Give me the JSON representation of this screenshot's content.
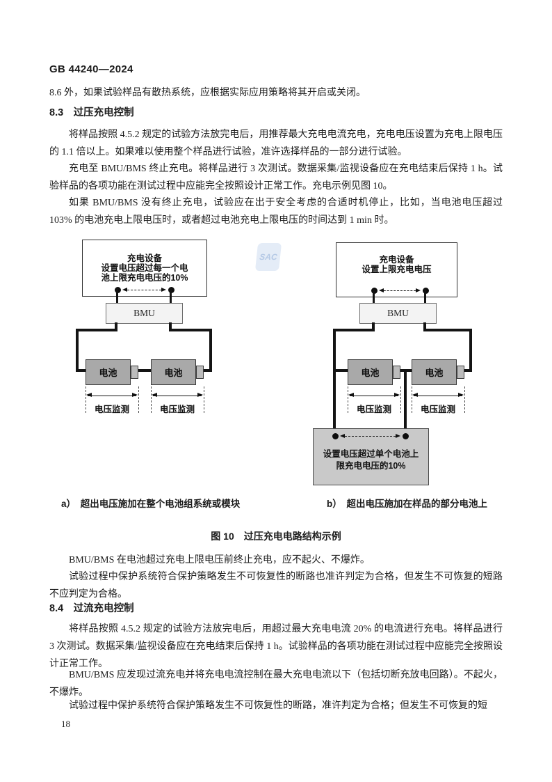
{
  "page": {
    "header": "GB 44240—2024",
    "page_number": "18",
    "watermark": "SAC"
  },
  "intro_line": "8.6 外，如果试验样品有散热系统，应根据实际应用策略将其开启或关闭。",
  "section_8_3": {
    "heading": "8.3　过压充电控制",
    "p1": "将样品按照 4.5.2 规定的试验方法放完电后，用推荐最大充电电流充电，充电电压设置为充电上限电压的 1.1 倍以上。如果难以使用整个样品进行试验，准许选择样品的一部分进行试验。",
    "p2": "充电至 BMU/BMS 终止充电。将样品进行 3 次测试。数据采集/监视设备应在充电结束后保持 1 h。试验样品的各项功能在测试过程中应能完全按照设计正常工作。充电示例见图 10。",
    "p3": "如果 BMU/BMS 没有终止充电，试验应在出于安全考虑的合适时机停止，比如，当电池电压超过 103% 的电池充电上限电压时，或者超过电池充电上限电压的时间达到 1 min 时。",
    "after_figure_p1": "BMU/BMS 在电池超过充电上限电压前终止充电，应不起火、不爆炸。",
    "after_figure_p2": "试验过程中保护系统符合保护策略发生不可恢复性的断路也准许判定为合格，但发生不可恢复的短路不应判定为合格。"
  },
  "figure": {
    "title": "图 10　过压充电电路结构示例",
    "caption_a": "a）　超出电压施加在整个电池组系统或模块",
    "caption_b": "b）　超出电压施加在样品的部分电池上",
    "diagram_a": {
      "charger_line1": "充电设备",
      "charger_line2": "设置电压超过每一个电",
      "charger_line3": "池上限充电电压的10%",
      "bmu": "BMU",
      "battery1": "电池",
      "battery2": "电池",
      "monitor1": "电压监测",
      "monitor2": "电压监测"
    },
    "diagram_b": {
      "charger_line1": "充电设备",
      "charger_line2": "设置上限充电电压",
      "bmu": "BMU",
      "battery1": "电池",
      "battery2": "电池",
      "monitor1": "电压监测",
      "monitor2": "电压监测",
      "source_line1": "设置电压超过单个电池上",
      "source_line2": "限充电电压的10%"
    }
  },
  "section_8_4": {
    "heading": "8.4　过流充电控制",
    "p1": "将样品按照 4.5.2 规定的试验方法放完电后，用超过最大充电电流 20% 的电流进行充电。将样品进行 3 次测试。数据采集/监视设备应在充电结束后保持 1 h。试验样品的各项功能在测试过程中应能完全按照设计正常工作。",
    "p2": "BMU/BMS 应发现过流充电并将充电电流控制在最大充电电流以下（包括切断充放电回路）。不起火，不爆炸。",
    "p3": "试验过程中保护系统符合保护策略发生不可恢复性的断路，准许判定为合格；但发生不可恢复的短"
  },
  "colors": {
    "battery_fill": "#a9a9a9",
    "battery_tab_fill": "#bcbcbc",
    "bmu_fill": "#f3f3f3",
    "source_box_fill": "#c9c9c9",
    "wire": "#141414",
    "watermark_blue": "#b5c9e6"
  }
}
